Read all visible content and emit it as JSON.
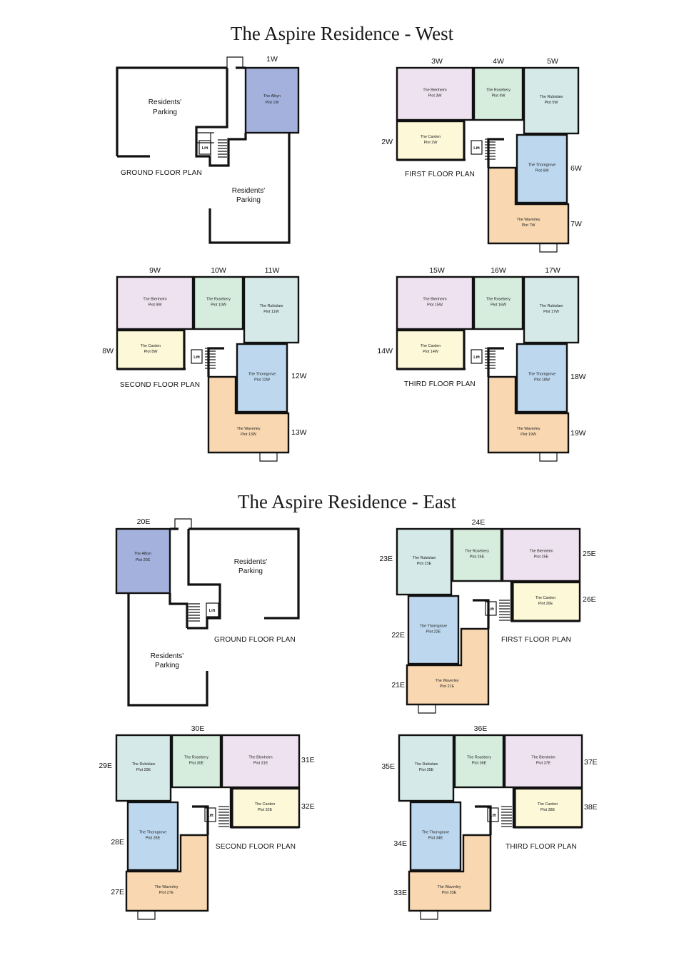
{
  "west": {
    "title": "The Aspire Residence - West",
    "ground": {
      "floor_label": "GROUND FLOOR PLAN",
      "parking_label": "Residents'\nParking",
      "plot_label": "1W",
      "room": {
        "name": "The Albyn",
        "plot": "Plot 1W"
      }
    },
    "first": {
      "floor_label": "FIRST FLOOR PLAN",
      "labels": [
        "3W",
        "4W",
        "5W",
        "2W",
        "6W",
        "7W"
      ],
      "rooms": [
        {
          "name": "The Blenheim",
          "plot": "Plot 3W"
        },
        {
          "name": "The Rosebery",
          "plot": "Plot 4W"
        },
        {
          "name": "The Rubislaw",
          "plot": "Plot 5W"
        },
        {
          "name": "The Carden",
          "plot": "Plot 2W"
        },
        {
          "name": "The Thorngrove",
          "plot": "Plot 6W"
        },
        {
          "name": "The Waverley",
          "plot": "Plot 7W"
        }
      ]
    },
    "second": {
      "floor_label": "SECOND FLOOR PLAN",
      "labels": [
        "9W",
        "10W",
        "11W",
        "8W",
        "12W",
        "13W"
      ],
      "rooms": [
        {
          "name": "The Blenheim",
          "plot": "Plot 9W"
        },
        {
          "name": "The Rosebery",
          "plot": "Plot 10W"
        },
        {
          "name": "The Rubislaw",
          "plot": "Plot 11W"
        },
        {
          "name": "The Carden",
          "plot": "Plot 8W"
        },
        {
          "name": "The Thorngrove",
          "plot": "Plot 12W"
        },
        {
          "name": "The Waverley",
          "plot": "Plot 13W"
        }
      ]
    },
    "third": {
      "floor_label": "THIRD FLOOR PLAN",
      "labels": [
        "15W",
        "16W",
        "17W",
        "14W",
        "18W",
        "19W"
      ],
      "rooms": [
        {
          "name": "The Blenheim",
          "plot": "Plot 15W"
        },
        {
          "name": "The Rosebery",
          "plot": "Plot 16W"
        },
        {
          "name": "The Rubislaw",
          "plot": "Plot 17W"
        },
        {
          "name": "The Carden",
          "plot": "Plot 14W"
        },
        {
          "name": "The Thorngrove",
          "plot": "Plot 18W"
        },
        {
          "name": "The Waverley",
          "plot": "Plot 19W"
        }
      ]
    }
  },
  "east": {
    "title": "The Aspire Residence - East",
    "ground": {
      "floor_label": "GROUND FLOOR PLAN",
      "parking_label": "Residents'\nParking",
      "plot_label": "20E",
      "room": {
        "name": "The Albyn",
        "plot": "Plot 20E"
      }
    },
    "first": {
      "floor_label": "FIRST FLOOR PLAN",
      "labels": [
        "24E",
        "23E",
        "25E",
        "26E",
        "22E",
        "21E"
      ],
      "rooms": [
        {
          "name": "The Rubislaw",
          "plot": "Plot 23E"
        },
        {
          "name": "The Rosebery",
          "plot": "Plot 24E"
        },
        {
          "name": "The Blenheim",
          "plot": "Plot 25E"
        },
        {
          "name": "The Carden",
          "plot": "Plot 26E"
        },
        {
          "name": "The Thorngrove",
          "plot": "Plot 22E"
        },
        {
          "name": "The Waverley",
          "plot": "Plot 21E"
        }
      ]
    },
    "second": {
      "floor_label": "SECOND FLOOR PLAN",
      "labels": [
        "30E",
        "29E",
        "31E",
        "32E",
        "28E",
        "27E"
      ],
      "rooms": [
        {
          "name": "The Rubislaw",
          "plot": "Plot 29E"
        },
        {
          "name": "The Rosebery",
          "plot": "Plot 30E"
        },
        {
          "name": "The Blenheim",
          "plot": "Plot 31E"
        },
        {
          "name": "The Carden",
          "plot": "Plot 32E"
        },
        {
          "name": "The Thorngrove",
          "plot": "Plot 28E"
        },
        {
          "name": "The Waverley",
          "plot": "Plot 27E"
        }
      ]
    },
    "third": {
      "floor_label": "THIRD FLOOR PLAN",
      "labels": [
        "36E",
        "35E",
        "37E",
        "38E",
        "34E",
        "33E"
      ],
      "rooms": [
        {
          "name": "The Rubislaw",
          "plot": "Plot 35E"
        },
        {
          "name": "The Rosebery",
          "plot": "Plot 36E"
        },
        {
          "name": "The Blenheim",
          "plot": "Plot 37E"
        },
        {
          "name": "The Carden",
          "plot": "Plot 38E"
        },
        {
          "name": "The Thorngrove",
          "plot": "Plot 34E"
        },
        {
          "name": "The Waverley",
          "plot": "Plot 33E"
        }
      ]
    }
  },
  "lift_label": "Lift",
  "colors": {
    "albyn": "#a3b1dc",
    "blenheim": "#efe2f0",
    "rosebery": "#d6ecdc",
    "rubislaw": "#d5eae8",
    "carden": "#fdf8d8",
    "thorngrove": "#bcd7ee",
    "waverley": "#f9d8b1"
  }
}
